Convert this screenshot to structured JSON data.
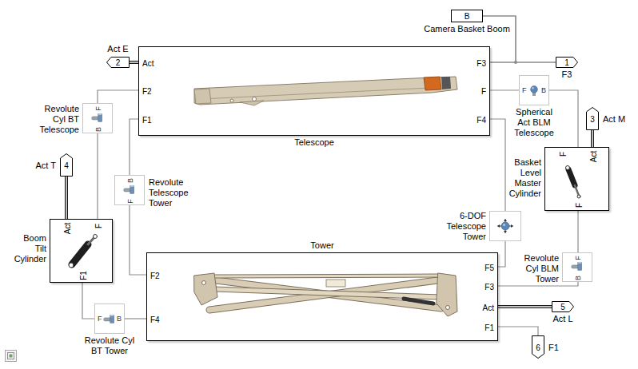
{
  "diagram": {
    "nodes": [
      {
        "text": [
          "Telescope",
          "Act",
          "F2",
          "F1",
          "F3",
          "F",
          "F4"
        ]
      },
      {
        "text": [
          "Tower",
          "F2",
          "F4",
          "F5",
          "F3",
          "Act",
          "F1"
        ]
      },
      {
        "text": [
          "Boom Tilt Cylinder",
          "Act",
          "F",
          "F1"
        ]
      },
      {
        "text": [
          "Basket Level Master Cylinder",
          "F",
          "Act",
          "F"
        ]
      },
      {
        "text": [
          "Revolute Cyl BT Telescope",
          "F",
          "B"
        ]
      },
      {
        "text": [
          "Revolute Telescope Tower",
          "B",
          "F"
        ]
      },
      {
        "text": [
          "Revolute Cyl BT Tower",
          "F",
          "B"
        ]
      },
      {
        "text": [
          "Spherical Act BLM Telescope",
          "F",
          "B"
        ]
      },
      {
        "text": [
          "6-DOF Telescope Tower"
        ]
      },
      {
        "text": [
          "Revolute Cyl BLM Tower",
          "F",
          "B"
        ]
      },
      {
        "text": [
          "B",
          "Camera Basket Boom"
        ]
      },
      {
        "text": [
          "1",
          "F3"
        ]
      },
      {
        "text": [
          "2",
          "Act E"
        ]
      },
      {
        "text": [
          "3",
          "Act M"
        ]
      },
      {
        "text": [
          "4",
          "Act T"
        ]
      },
      {
        "text": [
          "5",
          "Act L"
        ]
      },
      {
        "text": [
          "6",
          "F1"
        ]
      }
    ],
    "edges": [
      {
        "from": 0,
        "to": 12,
        "arrow": "none"
      },
      {
        "from": 0,
        "to": 4,
        "arrow": "none"
      },
      {
        "from": 4,
        "to": 2,
        "arrow": "none"
      },
      {
        "from": 0,
        "to": 5,
        "arrow": "none"
      },
      {
        "from": 5,
        "to": 1,
        "arrow": "none"
      },
      {
        "from": 2,
        "to": 14,
        "arrow": "none"
      },
      {
        "from": 2,
        "to": 6,
        "arrow": "none"
      },
      {
        "from": 6,
        "to": 1,
        "arrow": "none"
      },
      {
        "from": 0,
        "to": 11,
        "arrow": "none"
      },
      {
        "from": 10,
        "to": 11,
        "arrow": "none"
      },
      {
        "from": 10,
        "to": 0,
        "arrow": "none"
      },
      {
        "from": 0,
        "to": 7,
        "arrow": "none"
      },
      {
        "from": 7,
        "to": 3,
        "arrow": "none"
      },
      {
        "from": 0,
        "to": 8,
        "arrow": "none"
      },
      {
        "from": 8,
        "to": 1,
        "arrow": "none"
      },
      {
        "from": 3,
        "to": 13,
        "arrow": "none"
      },
      {
        "from": 3,
        "to": 9,
        "arrow": "none"
      },
      {
        "from": 9,
        "to": 1,
        "arrow": "none"
      },
      {
        "from": 1,
        "to": 15,
        "arrow": "none"
      },
      {
        "from": 1,
        "to": 16,
        "arrow": "none"
      }
    ]
  }
}
